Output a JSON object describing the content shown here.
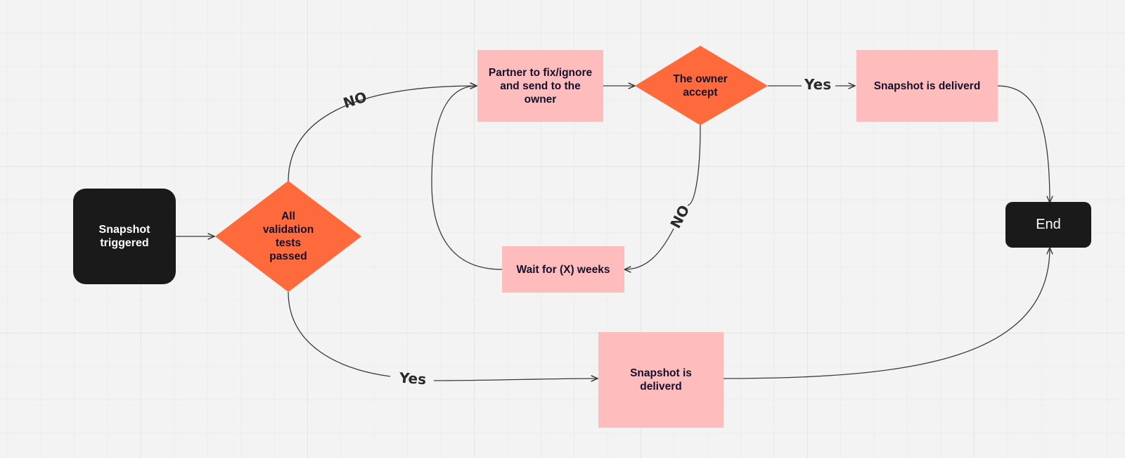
{
  "colors": {
    "terminal_fill": "#1a1a1a",
    "process_fill": "#ffbcbc",
    "decision_fill": "#ff6a3d",
    "connector": "#3a3a3a"
  },
  "nodes": {
    "start": "Snapshot\ntriggered",
    "validation": "All\nvalidation\ntests\npassed",
    "partner_fix": "Partner to fix/ignore\nand send to the\nowner",
    "owner_accept": "The owner\naccept",
    "delivered_top": "Snapshot is deliverd",
    "wait": "Wait for (X) weeks",
    "delivered_bottom": "Snapshot is\ndeliverd",
    "end": "End"
  },
  "edge_labels": {
    "validation_no": "NO",
    "validation_yes": "Yes",
    "owner_yes": "Yes",
    "owner_no": "NO"
  }
}
